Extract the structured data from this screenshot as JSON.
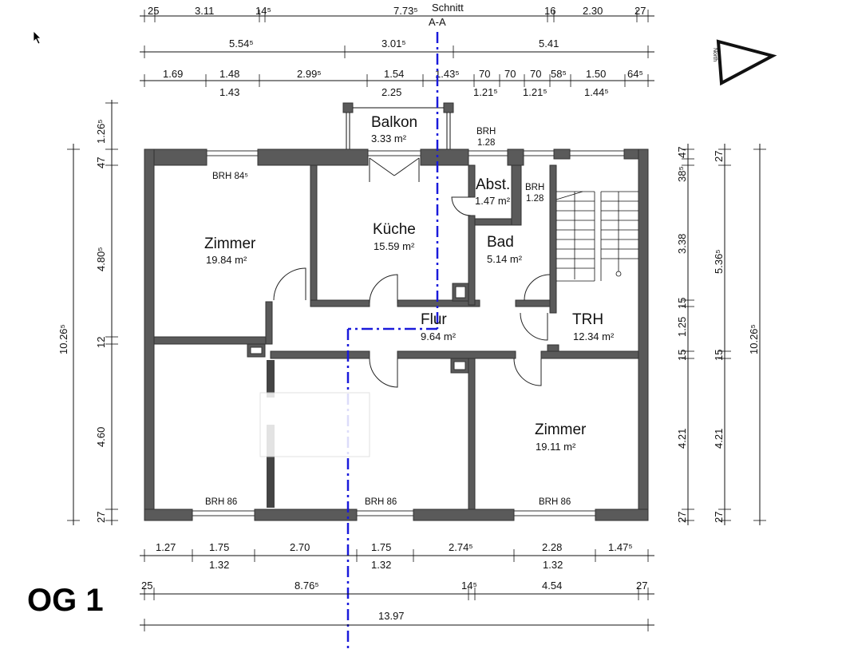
{
  "floor_label": "OG 1",
  "section": {
    "label_1": "Schnitt",
    "label_2": "A-A"
  },
  "north_label": "North",
  "rooms": [
    {
      "name": "Balkon",
      "area": "3.33 m²"
    },
    {
      "name": "Zimmer",
      "area": "19.84 m²"
    },
    {
      "name": "Küche",
      "area": "15.59 m²"
    },
    {
      "name": "Abst.",
      "area": "1.47 m²"
    },
    {
      "name": "Bad",
      "area": "5.14 m²"
    },
    {
      "name": "Flur",
      "area": "9.64 m²"
    },
    {
      "name": "TRH",
      "area": "12.34 m²"
    },
    {
      "name": "Zimmer",
      "area": "19.11 m²"
    }
  ],
  "brh": {
    "top_left": "BRH 84⁵",
    "top_right_1": "BRH",
    "top_right_2": "1.28",
    "bad_1": "BRH",
    "bad_2": "1.28",
    "bottom_1": "BRH 86",
    "bottom_2": "BRH 86",
    "bottom_3": "BRH 86"
  },
  "top_dims": {
    "row1": [
      "25",
      "3.11",
      "14⁵",
      "7.73⁵",
      "16",
      "2.30",
      "27"
    ],
    "row2": [
      "5.54⁵",
      "3.01⁵",
      "5.41"
    ],
    "row3": [
      "1.69",
      "1.48",
      "2.99⁵",
      "1.54",
      "1.43⁵",
      "70",
      "70",
      "70",
      "58⁵",
      "1.50",
      "64⁵"
    ],
    "row3_sub": [
      "1.43",
      "2.25",
      "1.21⁵",
      "1.21⁵",
      "1.44⁵"
    ]
  },
  "bottom_dims": {
    "row1": [
      "1.27",
      "1.75",
      "2.70",
      "1.75",
      "2.74⁵",
      "2.28",
      "1.47⁵"
    ],
    "row1_sub": [
      "1.32",
      "1.32",
      "1.32"
    ],
    "row2": [
      "25",
      "8.76⁵",
      "14⁵",
      "4.54",
      "27"
    ],
    "row3": [
      "13.97"
    ]
  },
  "left_dims": {
    "outer": [
      "1.26⁵",
      "47",
      "4.80⁵",
      "12",
      "4.60",
      "27"
    ],
    "total": "10.26⁵"
  },
  "right_dims": {
    "inner": [
      "47",
      "38⁵",
      "3.38",
      "15",
      "1.25",
      "15",
      "4.21",
      "27"
    ],
    "middle": [
      "27",
      "5.36⁵",
      "15",
      "4.21",
      "27"
    ],
    "total": "10.26⁵"
  }
}
